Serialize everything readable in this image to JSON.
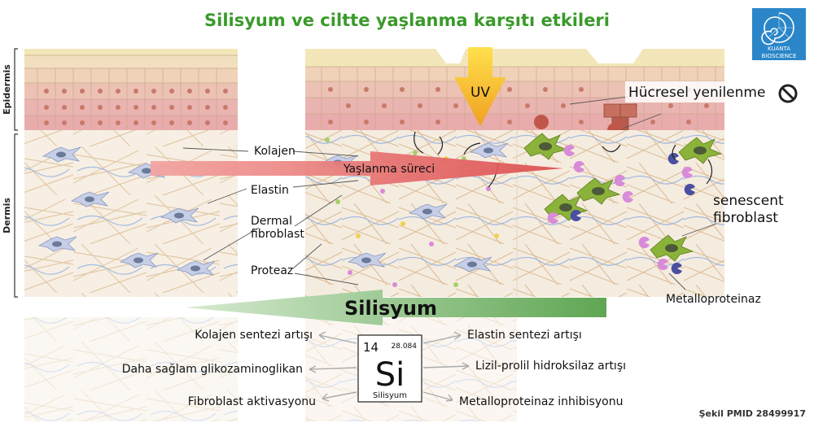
{
  "title": "Silisyum ve ciltte yaşlanma karşıtı etkileri",
  "colors": {
    "title": "#3a9a2a",
    "aging_arrow": "#e05a5a",
    "silicon_arrow": "#6aad5e",
    "uv_arrow": "#f2b01e",
    "senescent": "#8bb33a",
    "mmp_pink": "#d98ad8",
    "mmp_blue": "#4a4fa0"
  },
  "logo": {
    "icon": "nautilus-shell-icon",
    "line1": "KUANTA",
    "line2": "BIOSCIENCE"
  },
  "side_labels": {
    "epidermis": "Epidermis",
    "dermis": "Dermis"
  },
  "labels": {
    "kolajen": "Kolajen",
    "elastin": "Elastin",
    "dermal1": "Dermal",
    "dermal2": "fibroblast",
    "proteaz": "Proteaz",
    "yaslanma": "Yaşlanma süreci",
    "uv": "UV",
    "hucresel": "Hücresel yenilenme",
    "senescent1": "senescent",
    "senescent2": "fibroblast",
    "metallo": "Metalloproteinaz",
    "silisyum": "Silisyum"
  },
  "element": {
    "number": "14",
    "mass": "28.084",
    "symbol": "Si",
    "name": "Silisyum"
  },
  "benefits": {
    "kolajen_sentezi": "Kolajen sentezi artışı",
    "elastin_sentezi": "Elastin sentezi artışı",
    "glikozaminoglikan": "Daha sağlam glikozaminoglikan",
    "lizil": "Lizil-prolil hidroksilaz artışı",
    "fibroblast_akt": "Fibroblast aktivasyonu",
    "mmp_inhib": "Metalloproteinaz inhibisyonu"
  },
  "credit": "Şekil PMID 28499917"
}
